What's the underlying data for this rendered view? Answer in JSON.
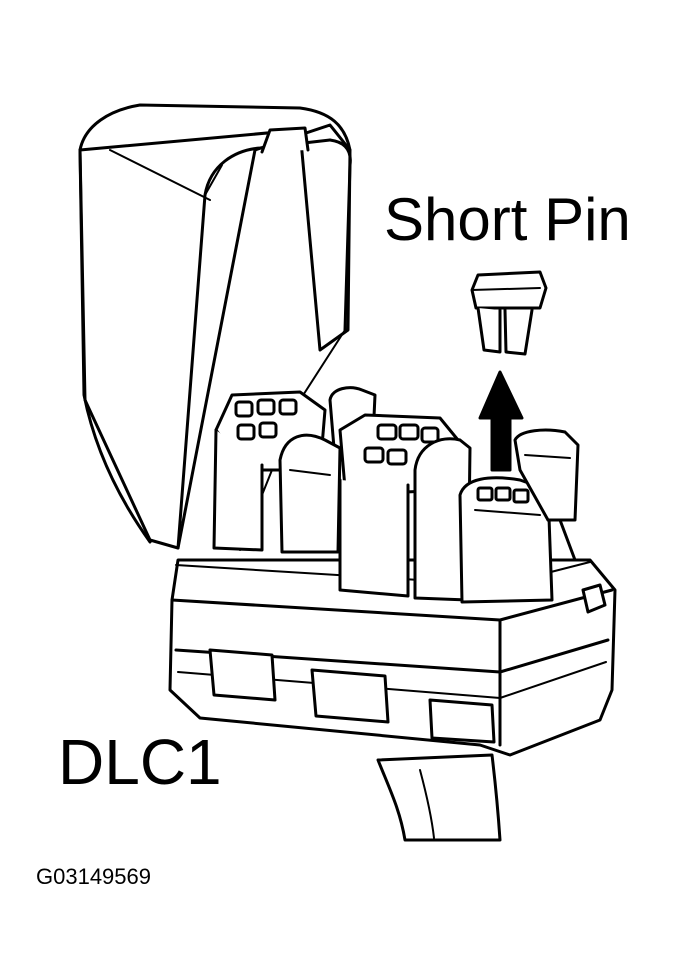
{
  "labels": {
    "short_pin": "Short Pin",
    "connector": "DLC1",
    "figure_code": "G03149569"
  }
}
